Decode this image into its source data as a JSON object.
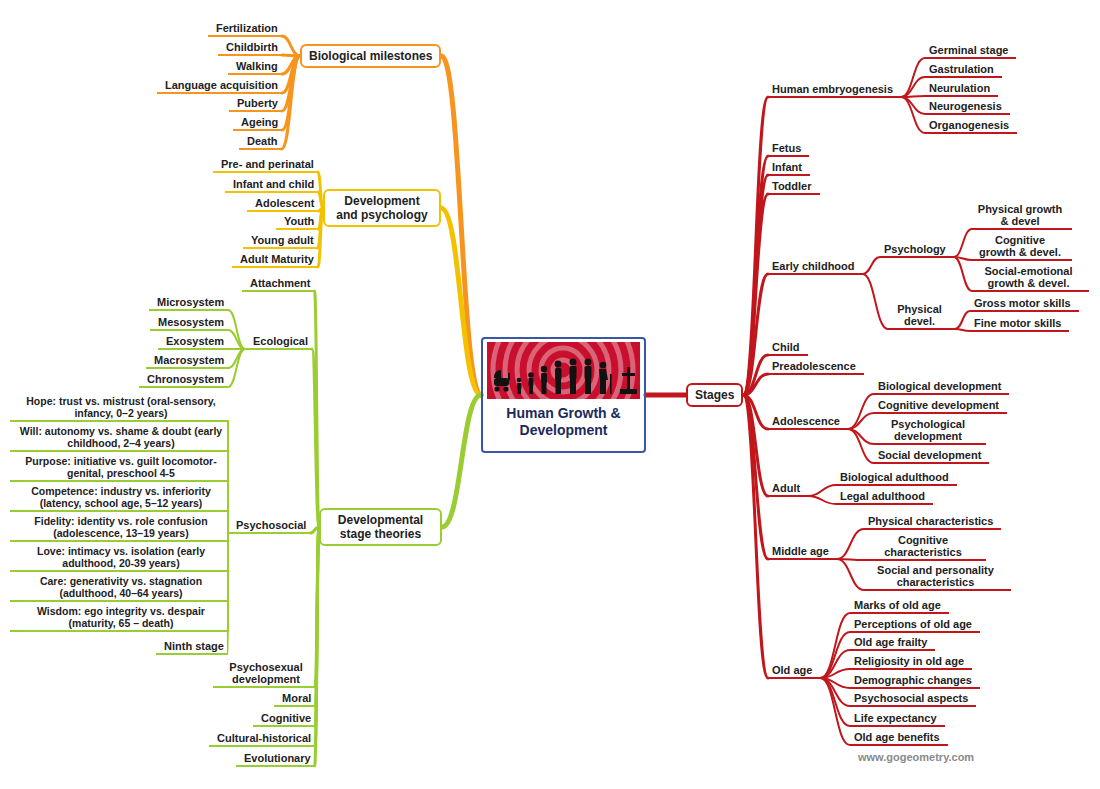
{
  "diagram": {
    "nodes": [
      {
        "text": [
          "Human Growth & Development"
        ]
      },
      {
        "text": [
          "Biological milestones"
        ]
      },
      {
        "text": [
          "Fertilization"
        ]
      },
      {
        "text": [
          "Childbirth"
        ]
      },
      {
        "text": [
          "Walking"
        ]
      },
      {
        "text": [
          "Language acquisition"
        ]
      },
      {
        "text": [
          "Puberty"
        ]
      },
      {
        "text": [
          "Ageing"
        ]
      },
      {
        "text": [
          "Death"
        ]
      },
      {
        "text": [
          "Development and psychology"
        ]
      },
      {
        "text": [
          "Pre- and perinatal"
        ]
      },
      {
        "text": [
          "Infant and child"
        ]
      },
      {
        "text": [
          "Adolescent"
        ]
      },
      {
        "text": [
          "Youth"
        ]
      },
      {
        "text": [
          "Young adult"
        ]
      },
      {
        "text": [
          "Adult Maturity"
        ]
      },
      {
        "text": [
          "Developmental stage theories"
        ]
      },
      {
        "text": [
          "Attachment"
        ]
      },
      {
        "text": [
          "Ecological"
        ]
      },
      {
        "text": [
          "Microsystem"
        ]
      },
      {
        "text": [
          "Mesosystem"
        ]
      },
      {
        "text": [
          "Exosystem"
        ]
      },
      {
        "text": [
          "Macrosystem"
        ]
      },
      {
        "text": [
          "Chronosystem"
        ]
      },
      {
        "text": [
          "Psychosocial"
        ]
      },
      {
        "text": [
          "Hope: trust vs. mistrust (oral-sensory, infancy, 0–2 years)"
        ]
      },
      {
        "text": [
          "Will: autonomy vs. shame & doubt (early childhood, 2–4 years)"
        ]
      },
      {
        "text": [
          "Purpose: initiative vs. guilt locomotor-genital, preschool 4-5"
        ]
      },
      {
        "text": [
          "Competence: industry vs. inferiority (latency, school age, 5–12 years)"
        ]
      },
      {
        "text": [
          "Fidelity: identity vs. role confusion (adolescence, 13–19 years)"
        ]
      },
      {
        "text": [
          "Love: intimacy vs. isolation (early adulthood, 20-39 years)"
        ]
      },
      {
        "text": [
          "Care: generativity vs. stagnation (adulthood, 40–64 years)"
        ]
      },
      {
        "text": [
          "Wisdom: ego integrity vs. despair (maturity, 65 – death)"
        ]
      },
      {
        "text": [
          "Ninth stage"
        ]
      },
      {
        "text": [
          "Psychosexual development"
        ]
      },
      {
        "text": [
          "Moral"
        ]
      },
      {
        "text": [
          "Cognitive"
        ]
      },
      {
        "text": [
          "Cultural-historical"
        ]
      },
      {
        "text": [
          "Evolutionary"
        ]
      },
      {
        "text": [
          "Stages"
        ]
      },
      {
        "text": [
          "Human embryogenesis"
        ]
      },
      {
        "text": [
          "Germinal stage"
        ]
      },
      {
        "text": [
          "Gastrulation"
        ]
      },
      {
        "text": [
          "Neurulation"
        ]
      },
      {
        "text": [
          "Neurogenesis"
        ]
      },
      {
        "text": [
          "Organogenesis"
        ]
      },
      {
        "text": [
          "Fetus"
        ]
      },
      {
        "text": [
          "Infant"
        ]
      },
      {
        "text": [
          "Toddler"
        ]
      },
      {
        "text": [
          "Early childhood"
        ]
      },
      {
        "text": [
          "Psychology"
        ]
      },
      {
        "text": [
          "Physical growth & devel"
        ]
      },
      {
        "text": [
          "Cognitive growth & devel."
        ]
      },
      {
        "text": [
          "Social-emotional growth & devel."
        ]
      },
      {
        "text": [
          "Physical devel."
        ]
      },
      {
        "text": [
          "Gross motor skills"
        ]
      },
      {
        "text": [
          "Fine motor skills"
        ]
      },
      {
        "text": [
          "Child"
        ]
      },
      {
        "text": [
          "Preadolescence"
        ]
      },
      {
        "text": [
          "Adolescence"
        ]
      },
      {
        "text": [
          "Biological development"
        ]
      },
      {
        "text": [
          "Cognitive development"
        ]
      },
      {
        "text": [
          "Psychological development"
        ]
      },
      {
        "text": [
          "Social development"
        ]
      },
      {
        "text": [
          "Adult"
        ]
      },
      {
        "text": [
          "Biological adulthood"
        ]
      },
      {
        "text": [
          "Legal adulthood"
        ]
      },
      {
        "text": [
          "Middle age"
        ]
      },
      {
        "text": [
          "Physical characteristics"
        ]
      },
      {
        "text": [
          "Cognitive characteristics"
        ]
      },
      {
        "text": [
          "Social and personality characteristics"
        ]
      },
      {
        "text": [
          "Old age"
        ]
      },
      {
        "text": [
          "Marks of old age"
        ]
      },
      {
        "text": [
          "Perceptions of old age"
        ]
      },
      {
        "text": [
          "Old age frailty"
        ]
      },
      {
        "text": [
          "Religiosity in old age"
        ]
      },
      {
        "text": [
          "Demographic changes"
        ]
      },
      {
        "text": [
          "Psychosocial aspects"
        ]
      },
      {
        "text": [
          "Life expectancy"
        ]
      },
      {
        "text": [
          "Old age benefits"
        ]
      }
    ],
    "edges": [
      {
        "from": 0,
        "to": 1,
        "arrow": "none"
      },
      {
        "from": 0,
        "to": 9,
        "arrow": "none"
      },
      {
        "from": 0,
        "to": 16,
        "arrow": "none"
      },
      {
        "from": 0,
        "to": 39,
        "arrow": "none"
      },
      {
        "from": 1,
        "to": 2,
        "arrow": "none"
      },
      {
        "from": 1,
        "to": 3,
        "arrow": "none"
      },
      {
        "from": 1,
        "to": 4,
        "arrow": "none"
      },
      {
        "from": 1,
        "to": 5,
        "arrow": "none"
      },
      {
        "from": 1,
        "to": 6,
        "arrow": "none"
      },
      {
        "from": 1,
        "to": 7,
        "arrow": "none"
      },
      {
        "from": 1,
        "to": 8,
        "arrow": "none"
      },
      {
        "from": 9,
        "to": 10,
        "arrow": "none"
      },
      {
        "from": 9,
        "to": 11,
        "arrow": "none"
      },
      {
        "from": 9,
        "to": 12,
        "arrow": "none"
      },
      {
        "from": 9,
        "to": 13,
        "arrow": "none"
      },
      {
        "from": 9,
        "to": 14,
        "arrow": "none"
      },
      {
        "from": 9,
        "to": 15,
        "arrow": "none"
      },
      {
        "from": 16,
        "to": 17,
        "arrow": "none"
      },
      {
        "from": 16,
        "to": 18,
        "arrow": "none"
      },
      {
        "from": 16,
        "to": 24,
        "arrow": "none"
      },
      {
        "from": 16,
        "to": 34,
        "arrow": "none"
      },
      {
        "from": 16,
        "to": 35,
        "arrow": "none"
      },
      {
        "from": 16,
        "to": 36,
        "arrow": "none"
      },
      {
        "from": 16,
        "to": 37,
        "arrow": "none"
      },
      {
        "from": 16,
        "to": 38,
        "arrow": "none"
      },
      {
        "from": 18,
        "to": 19,
        "arrow": "none"
      },
      {
        "from": 18,
        "to": 20,
        "arrow": "none"
      },
      {
        "from": 18,
        "to": 21,
        "arrow": "none"
      },
      {
        "from": 18,
        "to": 22,
        "arrow": "none"
      },
      {
        "from": 18,
        "to": 23,
        "arrow": "none"
      },
      {
        "from": 24,
        "to": 25,
        "arrow": "none"
      },
      {
        "from": 24,
        "to": 26,
        "arrow": "none"
      },
      {
        "from": 24,
        "to": 27,
        "arrow": "none"
      },
      {
        "from": 24,
        "to": 28,
        "arrow": "none"
      },
      {
        "from": 24,
        "to": 29,
        "arrow": "none"
      },
      {
        "from": 24,
        "to": 30,
        "arrow": "none"
      },
      {
        "from": 24,
        "to": 31,
        "arrow": "none"
      },
      {
        "from": 24,
        "to": 32,
        "arrow": "none"
      },
      {
        "from": 24,
        "to": 33,
        "arrow": "none"
      },
      {
        "from": 39,
        "to": 40,
        "arrow": "none"
      },
      {
        "from": 39,
        "to": 46,
        "arrow": "none"
      },
      {
        "from": 39,
        "to": 47,
        "arrow": "none"
      },
      {
        "from": 39,
        "to": 48,
        "arrow": "none"
      },
      {
        "from": 39,
        "to": 49,
        "arrow": "none"
      },
      {
        "from": 39,
        "to": 57,
        "arrow": "none"
      },
      {
        "from": 39,
        "to": 58,
        "arrow": "none"
      },
      {
        "from": 39,
        "to": 59,
        "arrow": "none"
      },
      {
        "from": 39,
        "to": 64,
        "arrow": "none"
      },
      {
        "from": 39,
        "to": 67,
        "arrow": "none"
      },
      {
        "from": 39,
        "to": 71,
        "arrow": "none"
      },
      {
        "from": 40,
        "to": 41,
        "arrow": "none"
      },
      {
        "from": 40,
        "to": 42,
        "arrow": "none"
      },
      {
        "from": 40,
        "to": 43,
        "arrow": "none"
      },
      {
        "from": 40,
        "to": 44,
        "arrow": "none"
      },
      {
        "from": 40,
        "to": 45,
        "arrow": "none"
      },
      {
        "from": 49,
        "to": 50,
        "arrow": "none"
      },
      {
        "from": 49,
        "to": 54,
        "arrow": "none"
      },
      {
        "from": 50,
        "to": 51,
        "arrow": "none"
      },
      {
        "from": 50,
        "to": 52,
        "arrow": "none"
      },
      {
        "from": 50,
        "to": 53,
        "arrow": "none"
      },
      {
        "from": 54,
        "to": 55,
        "arrow": "none"
      },
      {
        "from": 54,
        "to": 56,
        "arrow": "none"
      },
      {
        "from": 59,
        "to": 60,
        "arrow": "none"
      },
      {
        "from": 59,
        "to": 61,
        "arrow": "none"
      },
      {
        "from": 59,
        "to": 62,
        "arrow": "none"
      },
      {
        "from": 59,
        "to": 63,
        "arrow": "none"
      },
      {
        "from": 64,
        "to": 65,
        "arrow": "none"
      },
      {
        "from": 64,
        "to": 66,
        "arrow": "none"
      },
      {
        "from": 67,
        "to": 68,
        "arrow": "none"
      },
      {
        "from": 67,
        "to": 69,
        "arrow": "none"
      },
      {
        "from": 67,
        "to": 70,
        "arrow": "none"
      },
      {
        "from": 71,
        "to": 72,
        "arrow": "none"
      },
      {
        "from": 71,
        "to": 73,
        "arrow": "none"
      },
      {
        "from": 71,
        "to": 74,
        "arrow": "none"
      },
      {
        "from": 71,
        "to": 75,
        "arrow": "none"
      },
      {
        "from": 71,
        "to": 76,
        "arrow": "none"
      },
      {
        "from": 71,
        "to": 77,
        "arrow": "none"
      },
      {
        "from": 71,
        "to": 78,
        "arrow": "none"
      },
      {
        "from": 71,
        "to": 79,
        "arrow": "none"
      }
    ],
    "labels": [
      "www.gogeometry.com"
    ]
  }
}
